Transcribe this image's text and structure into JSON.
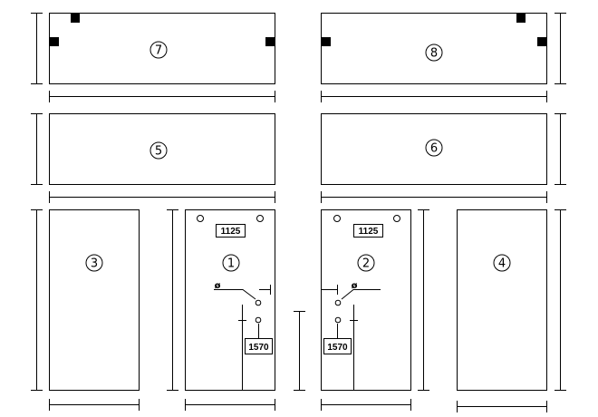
{
  "panels": {
    "p7": {
      "number": "7"
    },
    "p8": {
      "number": "8"
    },
    "p5": {
      "number": "5"
    },
    "p6": {
      "number": "6"
    },
    "p3": {
      "number": "3"
    },
    "p4": {
      "number": "4"
    },
    "p1": {
      "number": "1",
      "dim_top": "1125",
      "dim_bottom": "1570",
      "symbol": "ø"
    },
    "p2": {
      "number": "2",
      "dim_top": "1125",
      "dim_bottom": "1570",
      "symbol": "ø"
    }
  },
  "colors": {
    "line": "#000000",
    "background": "#ffffff"
  }
}
